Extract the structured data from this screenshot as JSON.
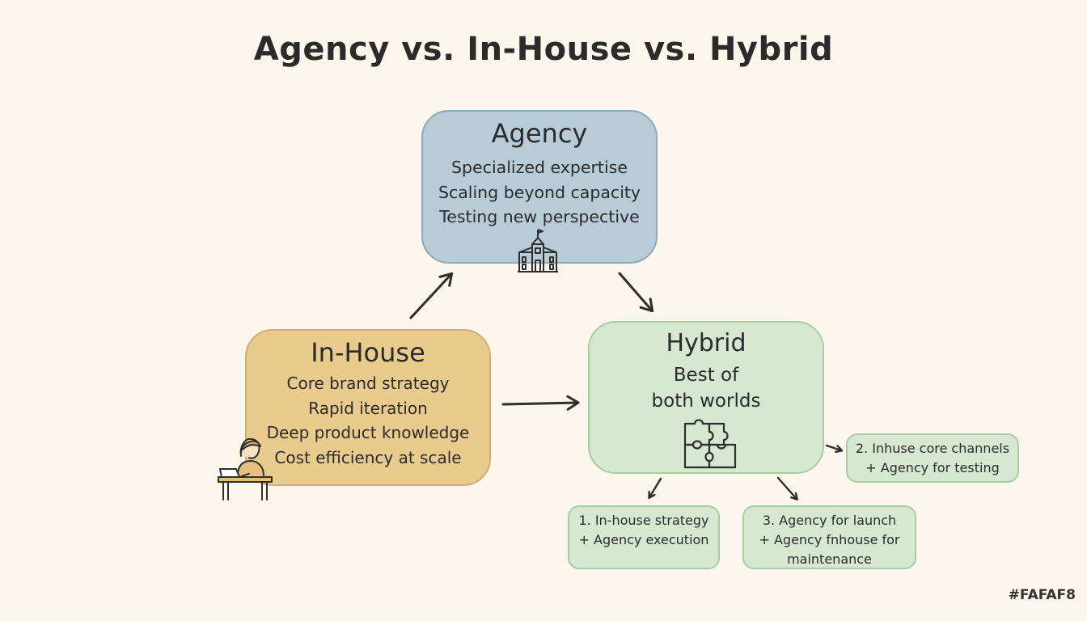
{
  "title": "Agency vs. In-House vs. Hybrid",
  "agency": {
    "heading": "Agency",
    "points": [
      "Specialized expertise",
      "Scaling beyond capacity",
      "Testing new perspective"
    ],
    "icon": "building-icon"
  },
  "inhouse": {
    "heading": "In-House",
    "points": [
      "Core brand strategy",
      "Rapid iteration",
      "Deep product knowledge",
      "Cost efficiency at scale"
    ],
    "icon": "person-at-laptop-icon"
  },
  "hybrid": {
    "heading": "Hybrid",
    "points": [
      "Best of",
      "both worlds"
    ],
    "icon": "puzzle-icon"
  },
  "options": {
    "one": [
      "1. In-house strategy",
      "+ Agency execution"
    ],
    "two": [
      "2. Inhuse core channels",
      "+ Agency for testing"
    ],
    "three": [
      "3. Agency for launch",
      "+ Agency fnhouse for",
      "maintenance"
    ]
  },
  "corner_label": "#FAFAF8",
  "colors": {
    "background": "#FCF6EC",
    "agency": "#B8CCD8",
    "inhouse": "#EACB8E",
    "hybrid": "#D6E8D1"
  }
}
